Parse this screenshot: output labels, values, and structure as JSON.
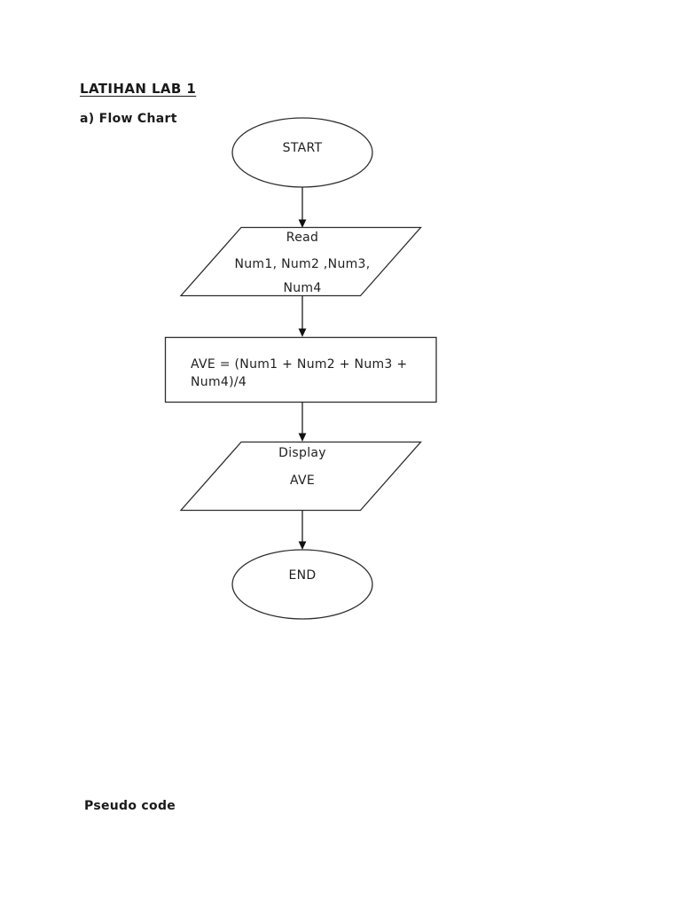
{
  "page": {
    "title": "LATIHAN LAB 1",
    "subtitle": "a) Flow Chart",
    "footer_heading": "Pseudo code"
  },
  "flowchart": {
    "start": {
      "label": "START"
    },
    "read": {
      "line1": "Read",
      "line2": "Num1, Num2 ,Num3,",
      "line3": "Num4"
    },
    "process": {
      "line1": "AVE = (Num1 + Num2 + Num3 +",
      "line2": "Num4)/4"
    },
    "display": {
      "line1": "Display",
      "line2": "AVE"
    },
    "end": {
      "label": "END"
    },
    "colors": {
      "stroke": "#2d2d2d",
      "arrow": "#111111",
      "text": "#1f1f1f",
      "background": "#ffffff"
    }
  }
}
